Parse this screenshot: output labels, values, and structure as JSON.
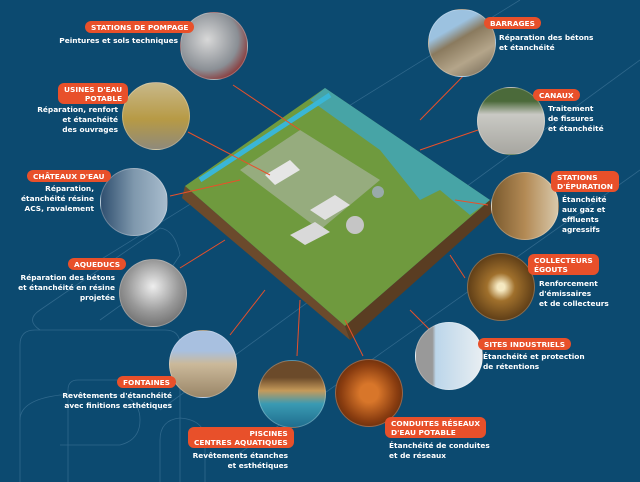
{
  "items": [
    {
      "id": "stations-pompage",
      "title": "STATIONS DE POMPAGE",
      "desc": [
        "Peintures et sols techniques"
      ]
    },
    {
      "id": "usines-eau",
      "title": [
        "USINES D'EAU",
        "POTABLE"
      ],
      "desc": [
        "Réparation, renfort",
        "et étanchéité",
        "des ouvrages"
      ]
    },
    {
      "id": "chateaux-eau",
      "title": "CHÂTEAUX D'EAU",
      "desc": [
        "Réparation,",
        "étanchéité résine",
        "ACS, ravalement"
      ]
    },
    {
      "id": "aqueducs",
      "title": "AQUEDUCS",
      "desc": [
        "Réparation des bétons",
        "et étanchéité en résine",
        "projetée"
      ]
    },
    {
      "id": "barrages",
      "title": "BARRAGES",
      "desc": [
        "Réparation des bétons",
        "et étanchéité"
      ]
    },
    {
      "id": "canaux",
      "title": "CANAUX",
      "desc": [
        "Traitement",
        "de fissures",
        "et étanchéité"
      ]
    },
    {
      "id": "stations-epuration",
      "title": [
        "STATIONS",
        "D'ÉPURATION"
      ],
      "desc": [
        "Étanchéité",
        "aux gaz et",
        "effluents",
        "agressifs"
      ]
    },
    {
      "id": "collecteurs",
      "title": [
        "COLLECTEURS",
        "ÉGOUTS"
      ],
      "desc": [
        "Renforcement",
        "d'émissaires",
        "et de collecteurs"
      ]
    },
    {
      "id": "sites-industriels",
      "title": "SITES INDUSTRIELS",
      "desc": [
        "Étanchéité et protection",
        "de rétentions"
      ]
    },
    {
      "id": "conduites",
      "title": [
        "CONDUITES RÉSEAUX",
        "D'EAU POTABLE"
      ],
      "desc": [
        "Étanchéité de conduites",
        "et de réseaux"
      ]
    },
    {
      "id": "piscines",
      "title": [
        "PISCINES",
        "CENTRES AQUATIQUES"
      ],
      "desc": [
        "Revêtements étanches",
        "et esthétiques"
      ]
    },
    {
      "id": "fontaines",
      "title": "FONTAINES",
      "desc": [
        "Revêtements d'étanchéité",
        "avec finitions esthétiques"
      ]
    }
  ],
  "colors": {
    "background": "#0c4a70",
    "accent": "#e8502a"
  }
}
